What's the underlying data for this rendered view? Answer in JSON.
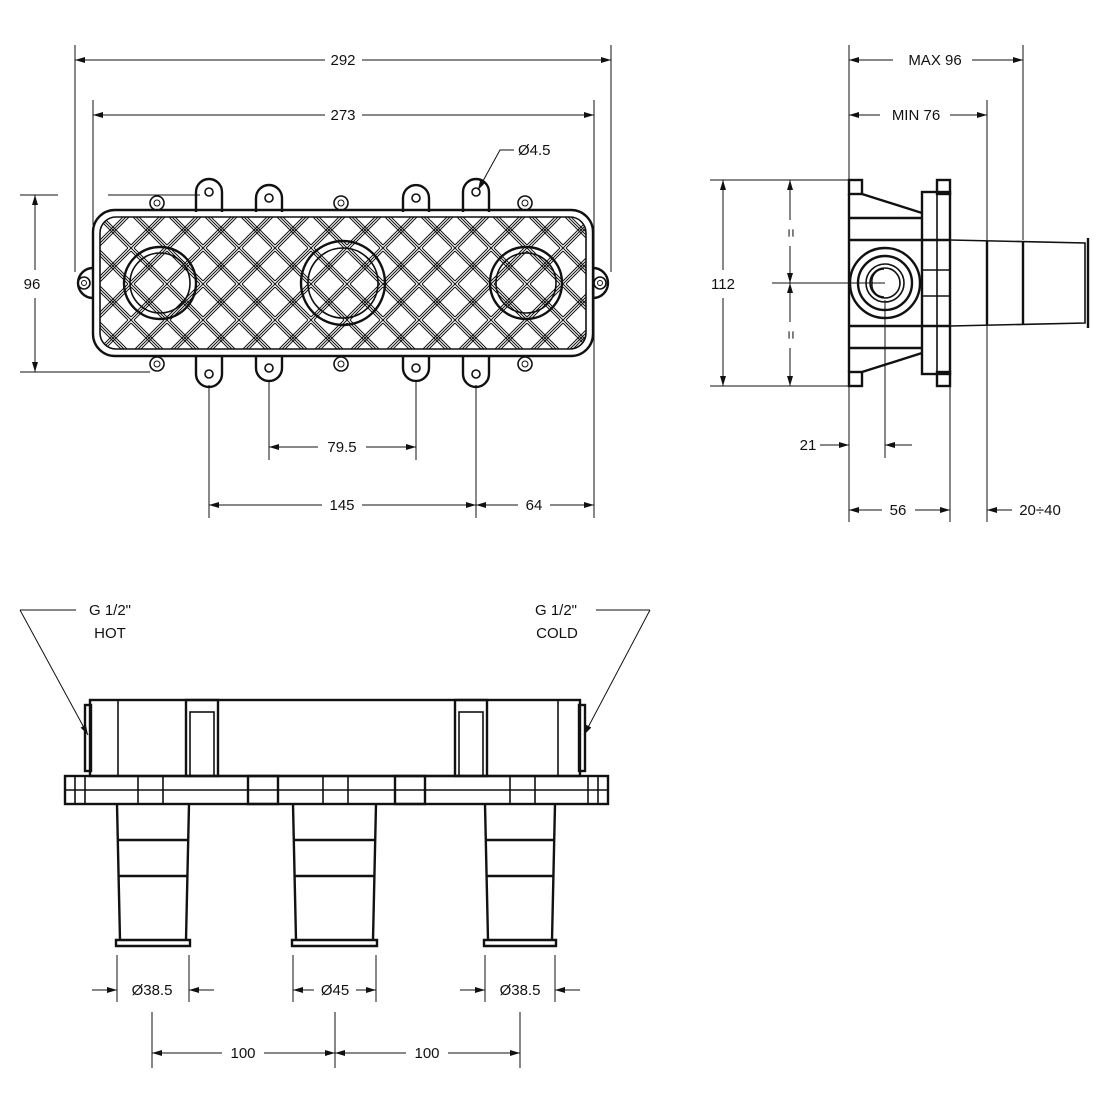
{
  "front_view": {
    "overall_width": "292",
    "inner_width": "273",
    "hole_diameter": "Ø4.5",
    "height": "96",
    "center_spacing": "79.5",
    "lug_spacing": "145",
    "edge_offset": "64"
  },
  "side_view": {
    "max_depth": "MAX 96",
    "min_depth": "MIN 76",
    "height": "112",
    "equal_top": "=",
    "equal_bottom": "=",
    "axis_offset": "21",
    "body_depth": "56",
    "extension_range": "20÷40"
  },
  "bottom_view": {
    "hot_label_line1": "G 1/2\"",
    "hot_label_line2": "HOT",
    "cold_label_line1": "G 1/2\"",
    "cold_label_line2": "COLD",
    "left_diameter": "Ø38.5",
    "center_diameter": "Ø45",
    "right_diameter": "Ø38.5",
    "spacing_left": "100",
    "spacing_right": "100"
  }
}
